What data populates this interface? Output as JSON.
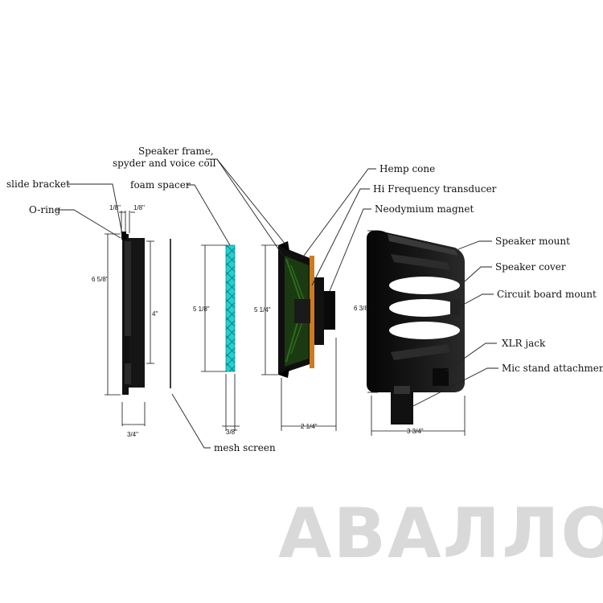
{
  "labels": {
    "speaker_frame_1": "Speaker frame,",
    "speaker_frame_2": "spyder and voice coil",
    "hemp_cone": "Hemp cone",
    "hi_freq": "Hi Frequency transducer",
    "neodymium": "Neodymium magnet",
    "slide_bracket": "slide bracket",
    "foam_spacer": "foam spacer",
    "o_ring": "O-ring",
    "speaker_mount": "Speaker mount",
    "speaker_cover": "Speaker cover",
    "circuit_board": "Circuit board mount",
    "xlr_jack": "XLR jack",
    "mic_stand": "Mic stand attachment",
    "mesh_screen": "mesh screen"
  },
  "dimensions": {
    "bracket_gap_a": "1/8\"",
    "bracket_gap_b": "1/8\"",
    "bracket_height": "6 5/8\"",
    "bracket_inner": "4\"",
    "bracket_depth": "3/4\"",
    "foam_height": "5 1/8\"",
    "foam_depth": "3/8\"",
    "speaker_height": "5 1/4\"",
    "speaker_depth": "2 1/4\"",
    "mount_height": "6 3/8\"",
    "mount_depth": "3 3/4\""
  },
  "watermark": "АВАЛЛОН",
  "colors": {
    "foam": "#1ec9c9",
    "cone": "#d07a1e",
    "part_fill": "#111111"
  }
}
